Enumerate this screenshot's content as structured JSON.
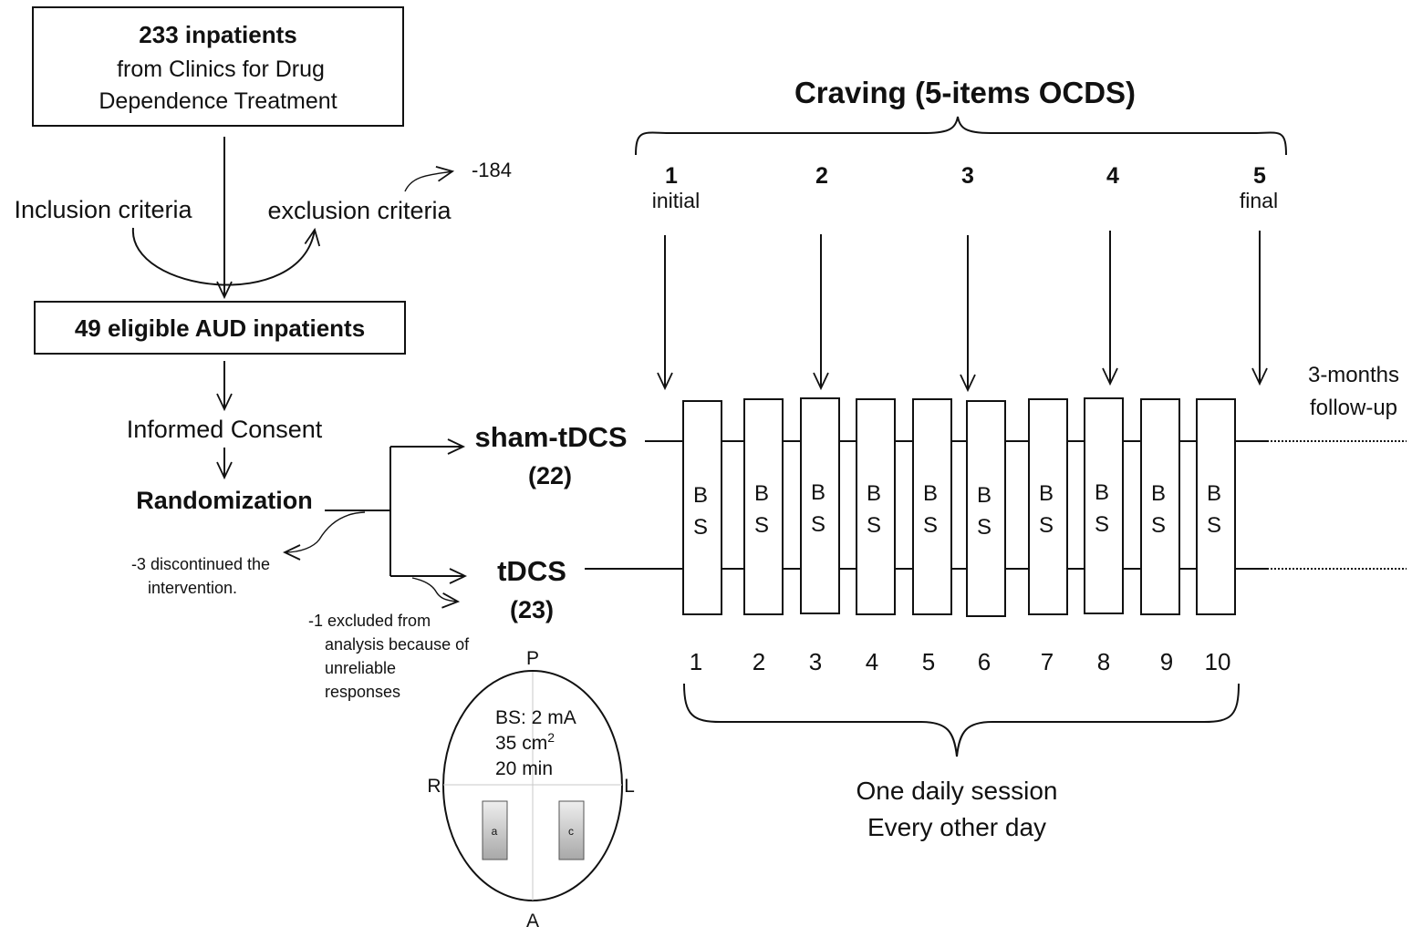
{
  "flow": {
    "recruit_count": "233 inpatients",
    "recruit_source_1": "from Clinics for Drug",
    "recruit_source_2": "Dependence Treatment",
    "inclusion": "Inclusion criteria",
    "exclusion": "exclusion criteria",
    "excluded_count": "-184",
    "eligible": "49 eligible AUD inpatients",
    "consent": "Informed Consent",
    "randomization": "Randomization",
    "discontinued_1": "-3 discontinued the",
    "discontinued_2": "intervention.",
    "analysis_excluded_1": "-1 excluded from",
    "analysis_excluded_2": "analysis because of",
    "analysis_excluded_3": "unreliable",
    "analysis_excluded_4": "responses"
  },
  "arms": {
    "sham_label": "sham-tDCS",
    "sham_n": "(22)",
    "active_label": "tDCS",
    "active_n": "(23)"
  },
  "craving": {
    "title": "Craving (5-items OCDS)",
    "points": [
      {
        "num": "1",
        "sub": "initial"
      },
      {
        "num": "2",
        "sub": ""
      },
      {
        "num": "3",
        "sub": ""
      },
      {
        "num": "4",
        "sub": ""
      },
      {
        "num": "5",
        "sub": "final"
      }
    ]
  },
  "sessions": {
    "block_top": "B",
    "block_bottom": "S",
    "numbers": [
      "1",
      "2",
      "3",
      "4",
      "5",
      "6",
      "7",
      "8",
      "9",
      "10"
    ],
    "followup_1": "3-months",
    "followup_2": "follow-up",
    "schedule_1": "One daily session",
    "schedule_2": "Every other day"
  },
  "head": {
    "posterior": "P",
    "anterior": "A",
    "right": "R",
    "left": "L",
    "param_current": "BS: 2 mA",
    "param_area": "35 cm",
    "param_area_sup": "2",
    "param_duration": "20 min",
    "electrode_anode": "a",
    "electrode_cathode": "c"
  }
}
